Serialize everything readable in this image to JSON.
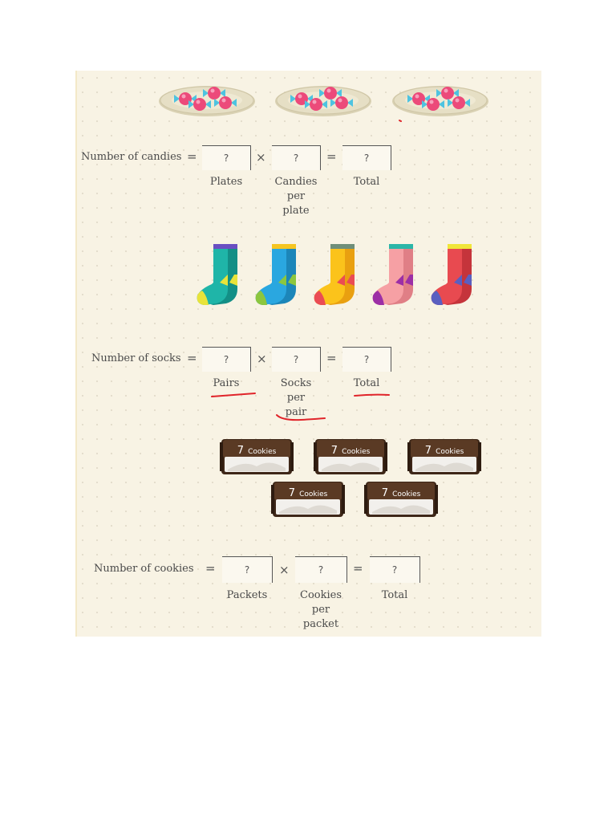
{
  "candies": {
    "label": "Number of candies",
    "equals": "=",
    "times": "×",
    "boxes": [
      "?",
      "?",
      "?"
    ],
    "captions": [
      "Plates",
      "Candies\nper\nplate",
      "Total"
    ]
  },
  "socks": {
    "label": "Number of socks",
    "equals": "=",
    "times": "×",
    "boxes": [
      "?",
      "?",
      "?"
    ],
    "captions": [
      "Pairs",
      "Socks\nper\npair",
      "Total"
    ],
    "colors": [
      {
        "main": "#1fb5a8",
        "dark": "#138f86",
        "cuff": "#6a4fc2",
        "tip": "#e8e33a"
      },
      {
        "main": "#2aa7e0",
        "dark": "#1c86b9",
        "cuff": "#f5c521",
        "tip": "#8cc63e"
      },
      {
        "main": "#fbc31b",
        "dark": "#e9a010",
        "cuff": "#6f8f7a",
        "tip": "#ea4c54"
      },
      {
        "main": "#f6a0a4",
        "dark": "#e07f86",
        "cuff": "#2bb6a8",
        "tip": "#9c2fa6"
      },
      {
        "main": "#e84a50",
        "dark": "#c5343b",
        "cuff": "#f0e63a",
        "tip": "#5a5fc0"
      }
    ]
  },
  "cookies": {
    "label": "Number of cookies",
    "equals": "=",
    "times": "×",
    "boxes": [
      "?",
      "?",
      "?"
    ],
    "captions": [
      "Packets",
      "Cookies\nper\npacket",
      "Total"
    ],
    "packet_number": "7",
    "packet_word": "Cookies"
  },
  "colors": {
    "worksheet_bg": "#f8f3e4",
    "annotation_red": "#e0242a",
    "plate": "#e6dfc5",
    "candy": "#ec4a7a",
    "wrapper": "#4ec3e0",
    "packet_brown": "#5a3a24"
  }
}
